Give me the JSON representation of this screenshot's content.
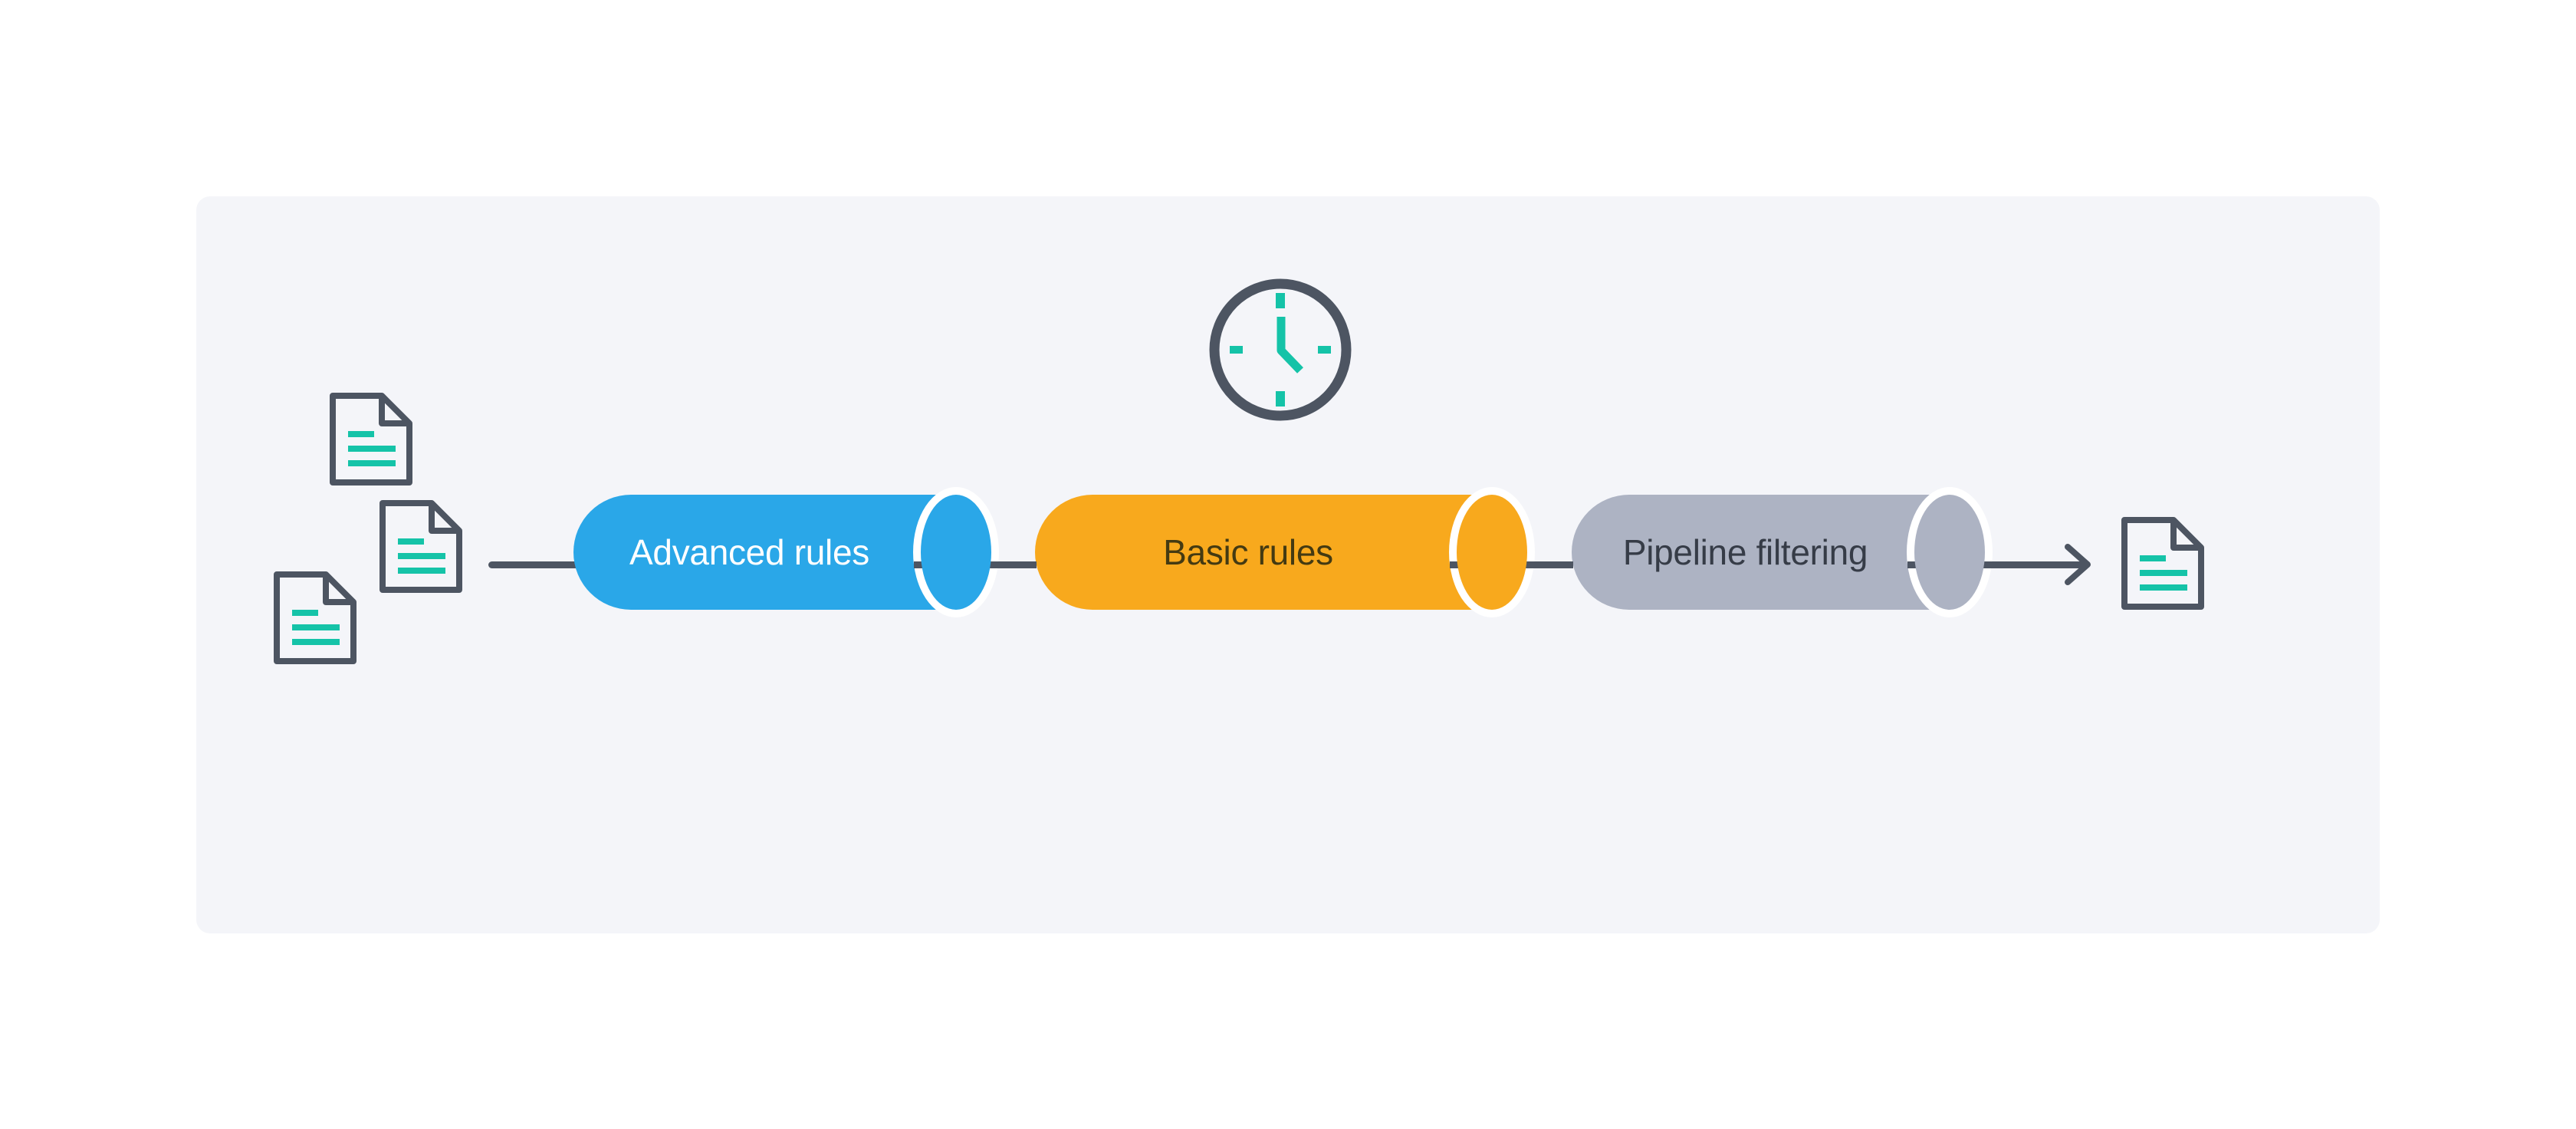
{
  "panel": {
    "background": "#f4f5f9"
  },
  "page_background": "#ffffff",
  "stages": [
    {
      "label": "Advanced rules",
      "fill": "#2aa7e8",
      "text_color": "#ffffff"
    },
    {
      "label": "Basic rules",
      "fill": "#f8a91d",
      "text_color": "#443a12"
    },
    {
      "label": "Pipeline filtering",
      "fill": "#adb3c3",
      "text_color": "#363c47"
    }
  ],
  "connectors": {
    "color": "#4d5562",
    "arrow_direction": "right",
    "flow": "left-to-right"
  },
  "icons": {
    "clock": {
      "name": "clock-icon",
      "ring_color": "#4d5562",
      "accent_color": "#15c3a8"
    },
    "input_documents": {
      "name": "document-icon",
      "count": 3,
      "outline_color": "#4d5562",
      "line_color": "#15c3a8"
    },
    "output_document": {
      "name": "document-icon",
      "count": 1,
      "outline_color": "#4d5562",
      "line_color": "#15c3a8"
    }
  }
}
